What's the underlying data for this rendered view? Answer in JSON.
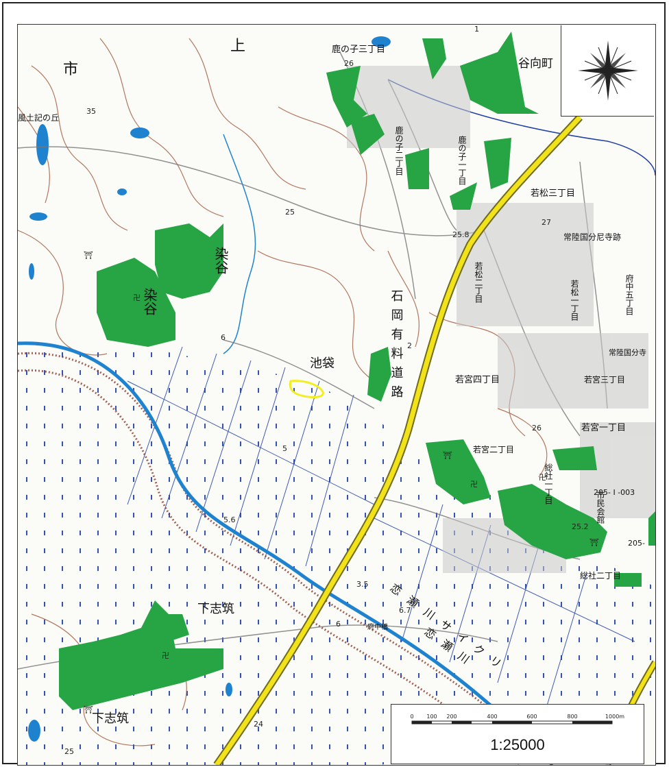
{
  "map": {
    "scale_ratio": "1:25000",
    "scale_ticks": [
      "0",
      "100",
      "200",
      "400",
      "600",
      "800",
      "1000m"
    ],
    "colors": {
      "forest": "#27a444",
      "road": "#f2e21a",
      "road_edge": "#6f6a1a",
      "river": "#1f82cf",
      "contour": "#9a4a2a",
      "paddy_grid": "#1f3fa6",
      "highlight": "#f3ee21"
    },
    "labels": {
      "ichi": "市",
      "kami": "上",
      "fudoki": "風土記の丘",
      "kanoko3": "鹿の子三丁目",
      "yatomukai": "谷向町",
      "some_yatsu_a": "染谷",
      "some_yatsu_b": "染谷",
      "kanoko2": "鹿の子二丁目",
      "kanoko1": "鹿の子一丁目",
      "wakamatsu3": "若松三丁目",
      "kokubunniji": "常陸国分尼寺跡",
      "wakamatsu2": "若松二丁目",
      "wakamatsu1": "若松一丁目",
      "fuchu5": "府中五丁目",
      "kokubunji": "常陸国分寺",
      "ishioka_road": "石岡有料道路",
      "ikebukuro": "池袋",
      "wakamiya4": "若宮四丁目",
      "wakamiya3": "若宮三丁目",
      "wakamiya1": "若宮一丁目",
      "wakamiya2": "若宮二丁目",
      "sosha1": "総社一丁目",
      "shimin_kaikan": "市民会館",
      "sosha2": "総社二丁目",
      "shimoshizuku_a": "下志筑",
      "shimoshizuku_b": "下志筑",
      "fuchubashi": "府中橋",
      "koise_river": "恋瀬川サイクリ",
      "koise_2": "恋瀬川",
      "ref_003": "205- I -003",
      "ref_205": "205-"
    },
    "elevations": {
      "e35": "35",
      "e26a": "26",
      "e25": "25",
      "e25_8": "25.8",
      "e27": "27",
      "e6a": "6",
      "e2": "2",
      "e5": "5",
      "e26b": "26",
      "e25_2": "25.2",
      "e5_6": "5.6",
      "e3_5": "3.5",
      "e6_7": "6.7",
      "e6b": "6",
      "e24": "24",
      "e25b": "25",
      "e1": "1"
    }
  }
}
